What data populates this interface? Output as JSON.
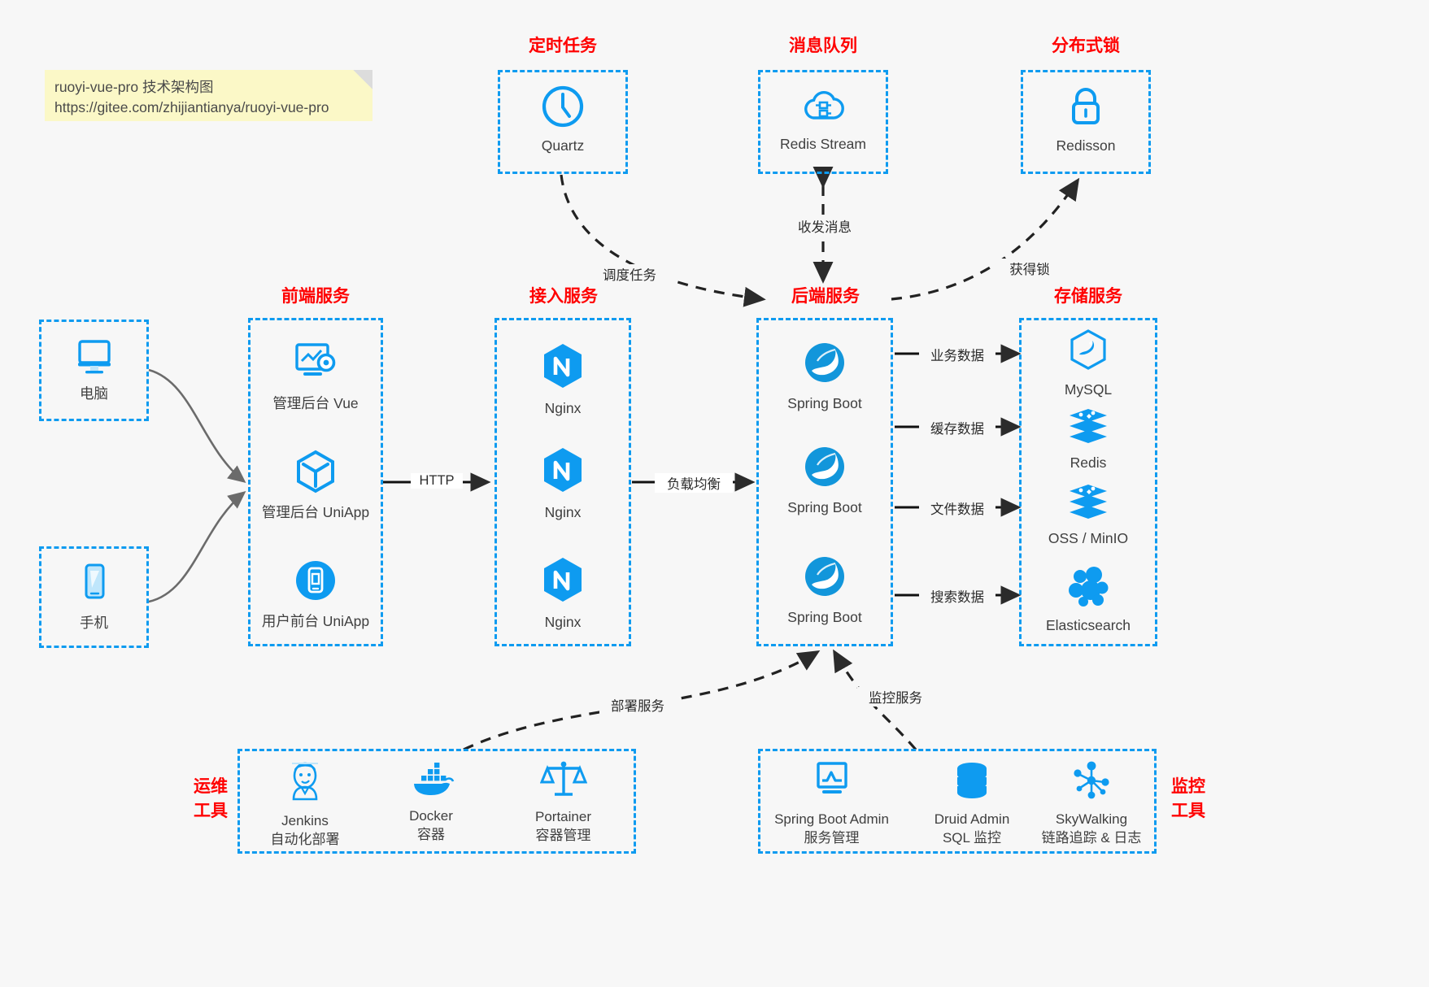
{
  "note": {
    "line1": "ruoyi-vue-pro 技术架构图",
    "line2": "https://gitee.com/zhijiantianya/ruoyi-vue-pro"
  },
  "sections": {
    "scheduled_task": "定时任务",
    "message_queue": "消息队列",
    "distributed_lock": "分布式锁",
    "frontend_service": "前端服务",
    "gateway_service": "接入服务",
    "backend_service": "后端服务",
    "storage_service": "存储服务",
    "devops_tools_line1": "运维",
    "devops_tools_line2": "工具",
    "monitor_tools_line1": "监控",
    "monitor_tools_line2": "工具"
  },
  "clients": [
    {
      "label": "电脑",
      "icon": "desktop-icon"
    },
    {
      "label": "手机",
      "icon": "mobile-icon"
    }
  ],
  "top_nodes": [
    {
      "label": "Quartz",
      "icon": "clock-icon"
    },
    {
      "label": "Redis Stream",
      "icon": "cloud-node-icon"
    },
    {
      "label": "Redisson",
      "icon": "lock-icon"
    }
  ],
  "frontend": [
    {
      "label": "管理后台 Vue",
      "icon": "dashboard-icon"
    },
    {
      "label": "管理后台 UniApp",
      "icon": "cube-icon"
    },
    {
      "label": "用户前台 UniApp",
      "icon": "phone-app-icon"
    }
  ],
  "gateway": [
    {
      "label": "Nginx",
      "icon": "nginx-icon"
    },
    {
      "label": "Nginx",
      "icon": "nginx-icon"
    },
    {
      "label": "Nginx",
      "icon": "nginx-icon"
    }
  ],
  "backend": [
    {
      "label": "Spring Boot",
      "icon": "spring-icon"
    },
    {
      "label": "Spring Boot",
      "icon": "spring-icon"
    },
    {
      "label": "Spring Boot",
      "icon": "spring-icon"
    }
  ],
  "storage": [
    {
      "label": "MySQL",
      "icon": "mysql-icon"
    },
    {
      "label": "Redis",
      "icon": "redis-icon"
    },
    {
      "label": "OSS / MinIO",
      "icon": "oss-icon"
    },
    {
      "label": "Elasticsearch",
      "icon": "elasticsearch-icon"
    }
  ],
  "devops": [
    {
      "name": "Jenkins",
      "desc": "自动化部署",
      "icon": "jenkins-icon"
    },
    {
      "name": "Docker",
      "desc": "容器",
      "icon": "docker-icon"
    },
    {
      "name": "Portainer",
      "desc": "容器管理",
      "icon": "scales-icon"
    }
  ],
  "monitor": [
    {
      "name": "Spring Boot Admin",
      "desc": "服务管理",
      "icon": "monitor-chart-icon"
    },
    {
      "name": "Druid Admin",
      "desc": "SQL 监控",
      "icon": "database-icon"
    },
    {
      "name": "SkyWalking",
      "desc": "链路追踪 & 日志",
      "icon": "network-nodes-icon"
    }
  ],
  "edges": {
    "http": "HTTP",
    "load_balance": "负载均衡",
    "schedule_task": "调度任务",
    "send_receive_message": "收发消息",
    "acquire_lock": "获得锁",
    "business_data": "业务数据",
    "cache_data": "缓存数据",
    "file_data": "文件数据",
    "search_data": "搜索数据",
    "deploy_service": "部署服务",
    "monitor_service": "监控服务"
  },
  "colors": {
    "accent": "#0e9bf0",
    "title_red": "#ff0000",
    "note_bg": "#fbf8c7",
    "background": "#f7f7f7",
    "edge": "#2b2b2b"
  }
}
